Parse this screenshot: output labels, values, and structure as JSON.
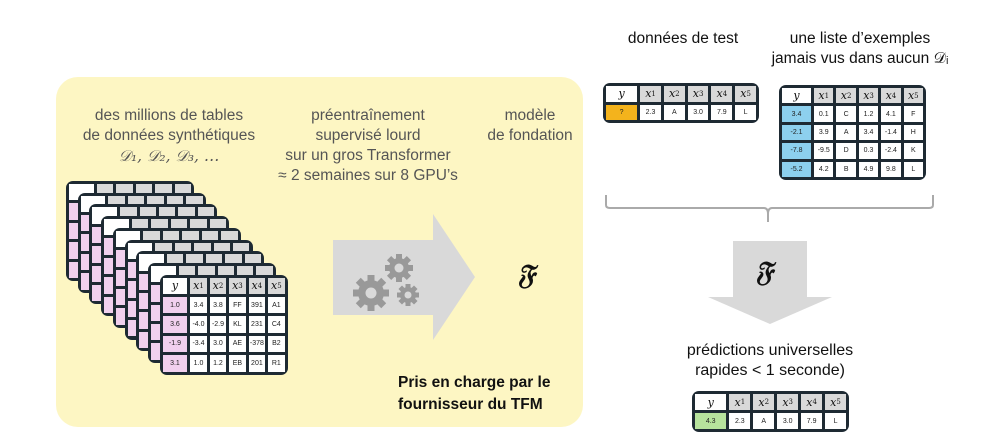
{
  "left_panel": {
    "synthetic_caption": [
      "des millions de tables",
      "de données synthétiques"
    ],
    "synthetic_math": "𝒟₁, 𝒟₂, 𝒟₃, …",
    "pretraining_caption": [
      "préentraînement",
      "supervisé lourd",
      "sur un gros Transformer",
      "≈ 2 semaines sur 8 GPU’s"
    ],
    "model_caption": [
      "modèle",
      "de fondation"
    ],
    "provider_note": [
      "Pris en charge par le",
      "fournisseur du TFM"
    ],
    "model_symbol": "𝔉",
    "gears_icon": "gears-icon",
    "stack_count": 9
  },
  "colors": {
    "panel_bg": "#fdf6c3",
    "table_border": "#1e2a33",
    "header_bg": "#d9d9d9",
    "arrow_gray": "#d9d9d9",
    "gear_gray": "#999999",
    "y_pink": "#f1d0ee",
    "y_blue": "#8dd0ee",
    "y_orange": "#f4b31c",
    "y_green": "#b7e39d"
  },
  "headers": {
    "y": "y",
    "x": [
      [
        "x",
        "1"
      ],
      [
        "x",
        "2"
      ],
      [
        "x",
        "3"
      ],
      [
        "x",
        "4"
      ],
      [
        "x",
        "5"
      ]
    ]
  },
  "synthetic_table": {
    "rows": [
      [
        "1.0",
        "3.4",
        "3.8",
        "FF",
        "391",
        "A1"
      ],
      [
        "3.6",
        "-4.0",
        "-2.9",
        "KL",
        "231",
        "C4"
      ],
      [
        "-1.9",
        "-3.4",
        "3.0",
        "AE",
        "-378",
        "B2"
      ],
      [
        "3.1",
        "1.0",
        "1.2",
        "EB",
        "201",
        "R1"
      ]
    ]
  },
  "right": {
    "test_caption": "données de test",
    "examples_caption": [
      "une liste d’exemples",
      "jamais vus dans aucun 𝒟ᵢ"
    ],
    "test_table": {
      "rows": [
        [
          "?",
          "2.3",
          "A",
          "3.0",
          "7.9",
          "L"
        ]
      ]
    },
    "examples_table": {
      "rows": [
        [
          "3.4",
          "0.1",
          "C",
          "1.2",
          "4.1",
          "F"
        ],
        [
          "-2.1",
          "3.9",
          "A",
          "3.4",
          "-1.4",
          "H"
        ],
        [
          "-7.8",
          "-9.5",
          "D",
          "0.3",
          "-2.4",
          "K"
        ],
        [
          "-5.2",
          "4.2",
          "B",
          "4.9",
          "9.8",
          "L"
        ]
      ]
    },
    "model_symbol": "𝔉",
    "prediction_caption": [
      "prédictions universelles",
      "rapides < 1 seconde)"
    ],
    "prediction_table": {
      "rows": [
        [
          "4.3",
          "2.3",
          "A",
          "3.0",
          "7.9",
          "L"
        ]
      ]
    }
  }
}
